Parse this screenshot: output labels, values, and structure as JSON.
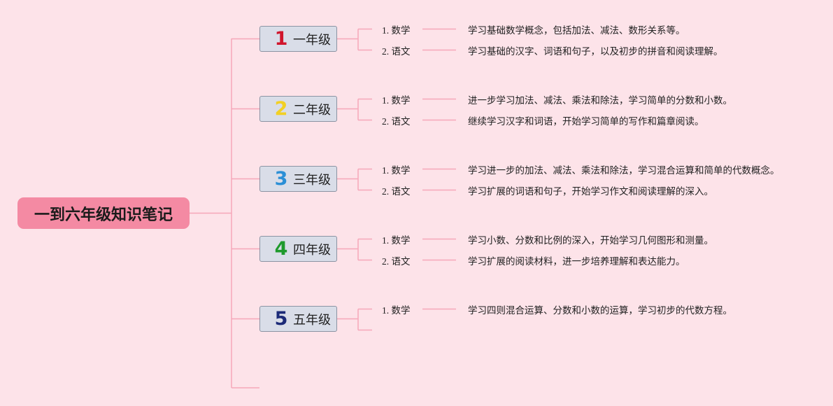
{
  "root": {
    "title": "一到六年级知识笔记"
  },
  "colors": {
    "line": "#f6a7b9",
    "root_bg": "#f48aa3",
    "grade_bg": "#d9dde8"
  },
  "grades": [
    {
      "num": "1",
      "num_color": "#d0152c",
      "label": "一年级",
      "subjects": [
        {
          "index": "1.",
          "name": "数学",
          "desc": "学习基础数学概念，包括加法、减法、数形关系等。"
        },
        {
          "index": "2.",
          "name": "语文",
          "desc": "学习基础的汉字、词语和句子，以及初步的拼音和阅读理解。"
        }
      ]
    },
    {
      "num": "2",
      "num_color": "#f2d024",
      "label": "二年级",
      "subjects": [
        {
          "index": "1.",
          "name": "数学",
          "desc": "进一步学习加法、减法、乘法和除法，学习简单的分数和小数。"
        },
        {
          "index": "2.",
          "name": "语文",
          "desc": "继续学习汉字和词语，开始学习简单的写作和篇章阅读。"
        }
      ]
    },
    {
      "num": "3",
      "num_color": "#2b8fd6",
      "label": "三年级",
      "subjects": [
        {
          "index": "1.",
          "name": "数学",
          "desc": "学习进一步的加法、减法、乘法和除法，学习混合运算和简单的代数概念。"
        },
        {
          "index": "2.",
          "name": "语文",
          "desc": "学习扩展的词语和句子，开始学习作文和阅读理解的深入。"
        }
      ]
    },
    {
      "num": "4",
      "num_color": "#1f9a2d",
      "label": "四年级",
      "subjects": [
        {
          "index": "1.",
          "name": "数学",
          "desc": "学习小数、分数和比例的深入，开始学习几何图形和测量。"
        },
        {
          "index": "2.",
          "name": "语文",
          "desc": "学习扩展的阅读材料，进一步培养理解和表达能力。"
        }
      ]
    },
    {
      "num": "5",
      "num_color": "#1c2a78",
      "label": "五年级",
      "subjects": [
        {
          "index": "1.",
          "name": "数学",
          "desc": "学习四则混合运算、分数和小数的运算，学习初步的代数方程。"
        }
      ]
    }
  ]
}
